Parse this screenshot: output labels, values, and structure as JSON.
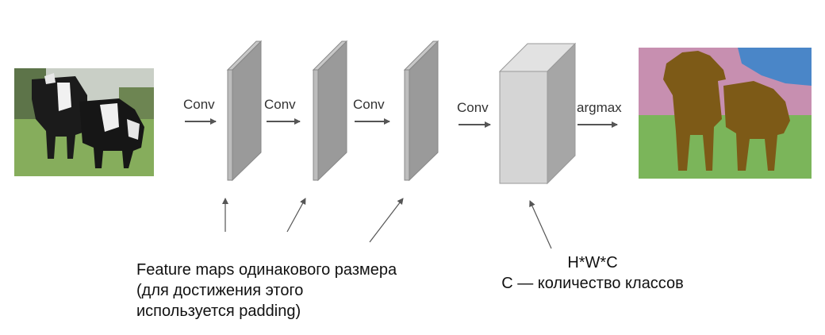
{
  "diagram": {
    "conv_labels": [
      "Conv",
      "Conv",
      "Conv",
      "Conv"
    ],
    "argmax_label": "argmax",
    "note_feature_maps": [
      "Feature maps одинакового размера",
      "(для достижения этого",
      "используется padding)"
    ],
    "note_output": [
      "H*W*C",
      "C — количество классов"
    ]
  },
  "colors": {
    "layer_front": "#a6a6a6",
    "layer_side": "#b3b3b3",
    "output_front": "#d5d5d5",
    "output_side": "#a8a8a8",
    "segment_sky": "#4a86c8",
    "segment_building": "#c78fb0",
    "segment_grass": "#7bb55a",
    "segment_cow": "#7d5a17"
  }
}
